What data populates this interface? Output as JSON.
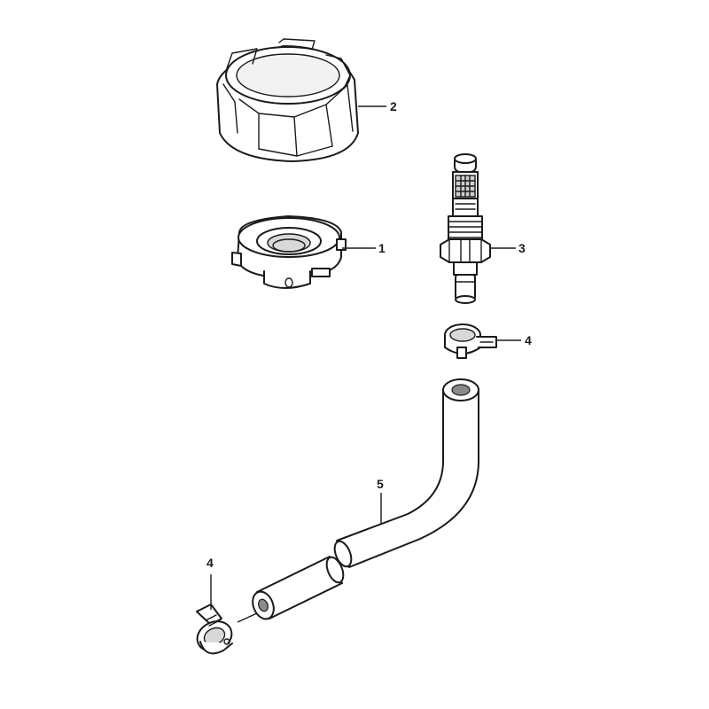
{
  "callouts": [
    {
      "id": "cap",
      "label": "2"
    },
    {
      "id": "cap-base",
      "label": "1"
    },
    {
      "id": "fuel-filter",
      "label": "3"
    },
    {
      "id": "hose-clamp-upper",
      "label": "4"
    },
    {
      "id": "fuel-hose",
      "label": "5"
    },
    {
      "id": "hose-clamp-lower",
      "label": "4"
    }
  ],
  "colors": {
    "line": "#1a1a1a",
    "background": "#ffffff",
    "shade": "#d8d8d8"
  }
}
